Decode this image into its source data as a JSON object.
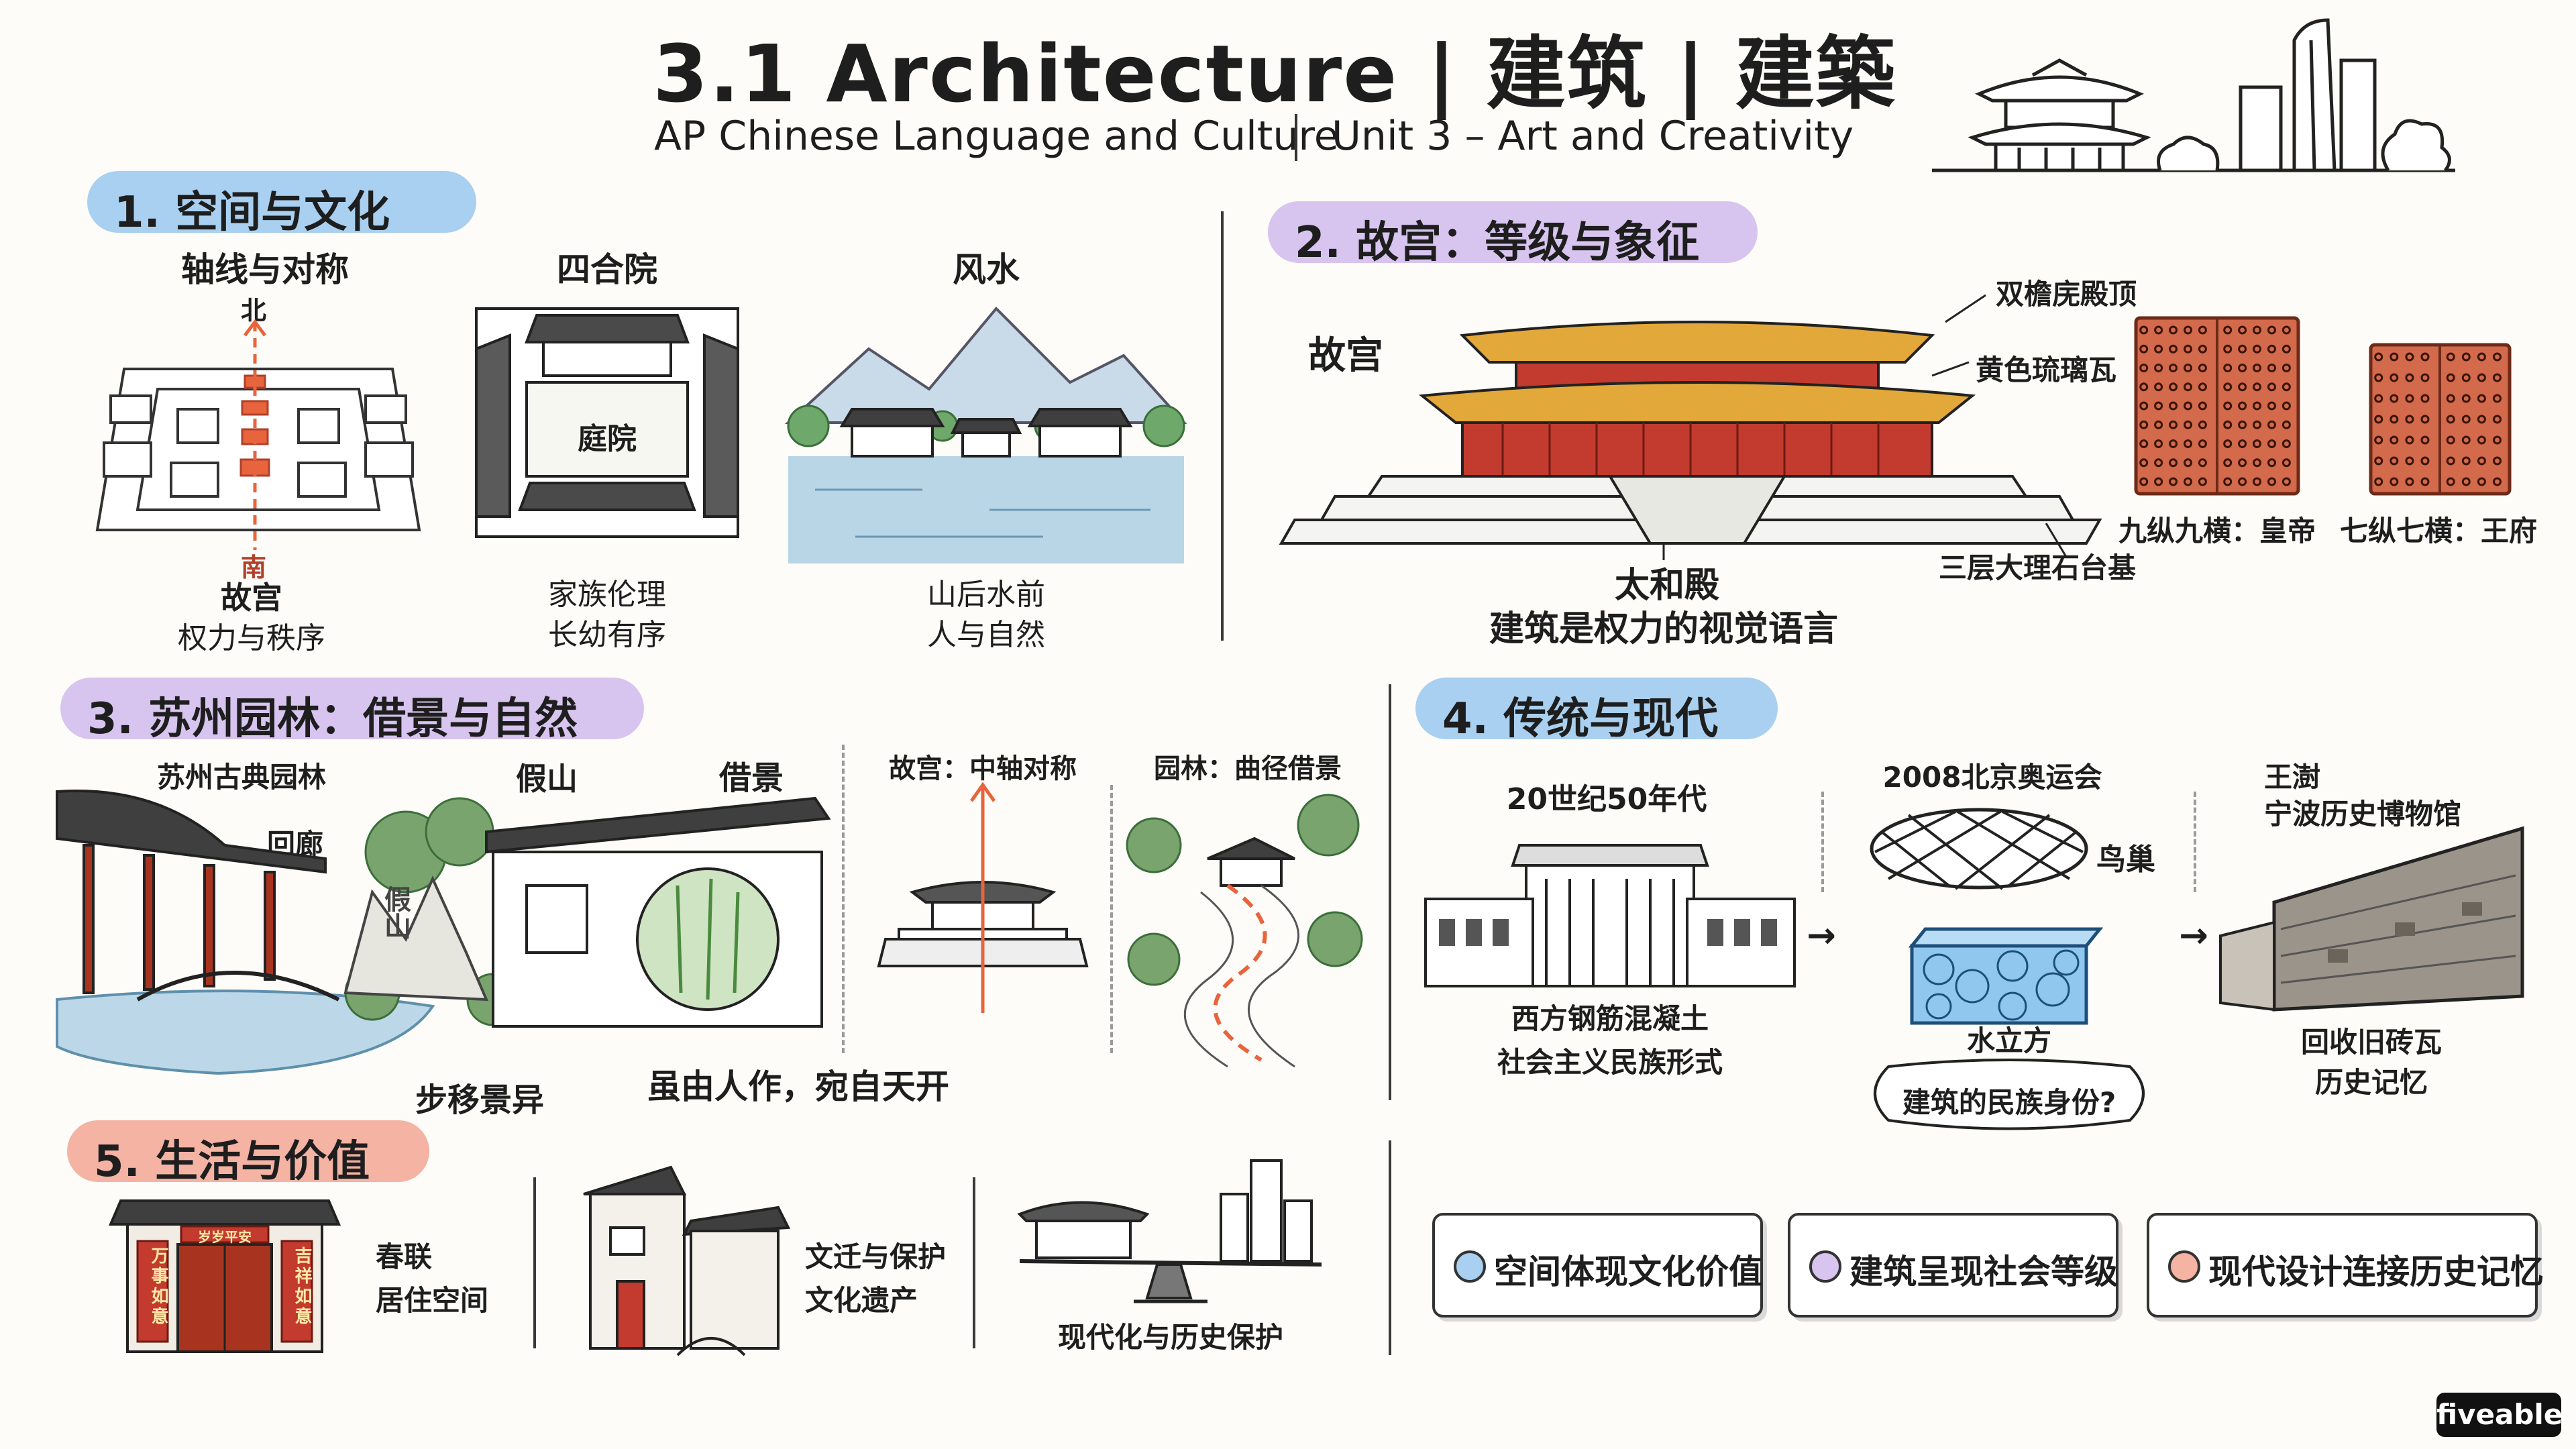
{
  "header": {
    "title": "3.1 Architecture | 建筑 | 建築",
    "subtitle_left": "AP Chinese Language and Culture",
    "subtitle_right": "Unit 3 – Art and Creativity"
  },
  "colors": {
    "blue": "#a9d0f0",
    "purple": "#d7c4ef",
    "salmon": "#f4b3a3",
    "orange_arrow": "#e8643c",
    "brick": "#d26a4b"
  },
  "s1": {
    "title": "1. 空间与文化",
    "axis": {
      "heading": "轴线与对称",
      "north": "北",
      "south": "南",
      "caption1": "故宫",
      "caption2": "权力与秩序"
    },
    "siheyuan": {
      "heading": "四合院",
      "courtyard": "庭院",
      "caption1": "家族伦理",
      "caption2": "长幼有序"
    },
    "fengshui": {
      "heading": "风水",
      "caption1": "山后水前",
      "caption2": "人与自然"
    }
  },
  "s2": {
    "title": "2. 故宫：等级与象征",
    "gugong": "故宫",
    "roof": "双檐庑殿顶",
    "tiles": "黄色琉璃瓦",
    "terrace": "三层大理石台基",
    "hall": "太和殿",
    "caption": "建筑是权力的视觉语言",
    "door1": "九纵九横：皇帝",
    "door2": "七纵七横：王府"
  },
  "s3": {
    "title": "3. 苏州园林：借景与自然",
    "garden": "苏州古典园林",
    "rockery": "假山",
    "borrowed": "借景",
    "corridor": "回廊",
    "rock_text": "假山",
    "steps": "步移景异",
    "quote": "虽由人作，宛自天开",
    "compare_left": "故宫：中轴对称",
    "compare_right": "园林：曲径借景"
  },
  "s4": {
    "title": "4. 传统与现代",
    "era1": "20世纪50年代",
    "era1_cap1": "西方钢筋混凝土",
    "era1_cap2": "社会主义民族形式",
    "era2": "2008北京奥运会",
    "birdsnest": "鸟巢",
    "watercube": "水立方",
    "question": "建筑的民族身份?",
    "era3_line1": "王澍",
    "era3_line2": "宁波历史博物馆",
    "era3_cap1": "回收旧砖瓦",
    "era3_cap2": "历史记忆"
  },
  "s5": {
    "title": "5. 生活与价值",
    "couplet_top": "岁岁平安",
    "couplet_left": "万事如意",
    "couplet_right": "吉祥如意",
    "label1a": "春联",
    "label1b": "居住空间",
    "label2a": "文迁与保护",
    "label2b": "文化遗产",
    "label3": "现代化与历史保护"
  },
  "summary": [
    {
      "text": "空间体现文化价值",
      "color": "#a9d0f0"
    },
    {
      "text": "建筑呈现社会等级",
      "color": "#d7c4ef"
    },
    {
      "text": "现代设计连接历史记忆",
      "color": "#f4b3a3"
    }
  ],
  "brand": "fiveable"
}
